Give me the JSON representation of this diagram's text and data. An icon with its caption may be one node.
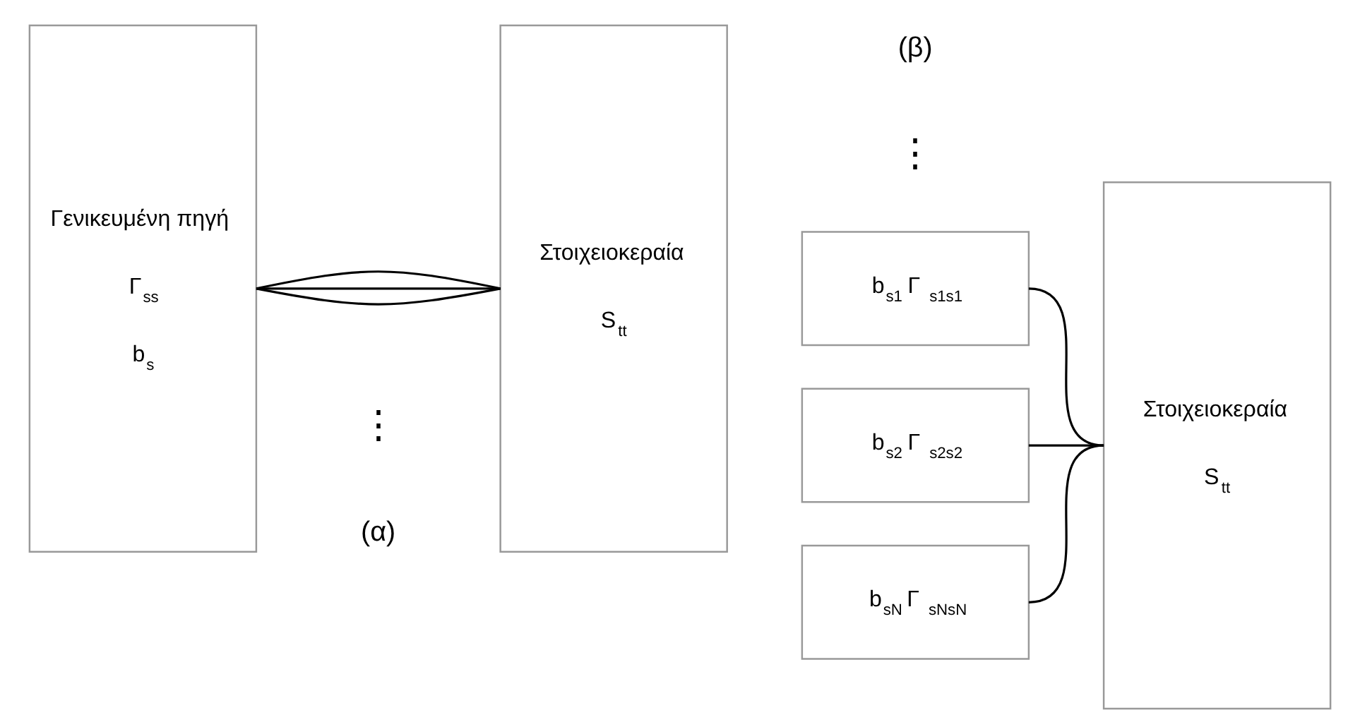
{
  "diagram": {
    "nodes": [
      {
        "text": [
          "Γενικευμένη πηγή",
          "Γ$_{ss}$",
          "b$_{s}$"
        ]
      },
      {
        "text": [
          "Στοιχειοκεραία",
          "S$_{tt}$"
        ]
      },
      {
        "text": [
          "b$_{s1}$  Γ$_{s1s1}$"
        ]
      },
      {
        "text": [
          "b$_{s2}$  Γ$_{s2s2}$"
        ]
      },
      {
        "text": [
          "b$_{sN}$  Γ$_{sNsN}$"
        ]
      },
      {
        "text": [
          "Στοιχειοκεραία",
          "S$_{tt}$"
        ]
      }
    ],
    "edges": [
      {
        "from": 0,
        "to": 1,
        "arrow": "none"
      },
      {
        "from": 0,
        "to": 1,
        "arrow": "none"
      },
      {
        "from": 0,
        "to": 1,
        "arrow": "none"
      },
      {
        "from": 2,
        "to": 5,
        "arrow": "none"
      },
      {
        "from": 3,
        "to": 5,
        "arrow": "none"
      },
      {
        "from": 4,
        "to": 5,
        "arrow": "none"
      }
    ],
    "labels": [
      "⋮",
      "⋮",
      "(α)",
      "(β)"
    ]
  }
}
